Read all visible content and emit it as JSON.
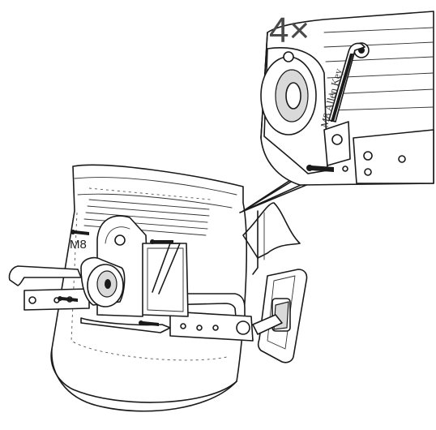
{
  "diagram": {
    "quantity_label": "4×",
    "bolt_size_label": "M8",
    "tool_label": "M8 Allen Key",
    "colors": {
      "line": "#1a1a1a",
      "background": "#ffffff",
      "shade": "#d9d9d9"
    }
  }
}
